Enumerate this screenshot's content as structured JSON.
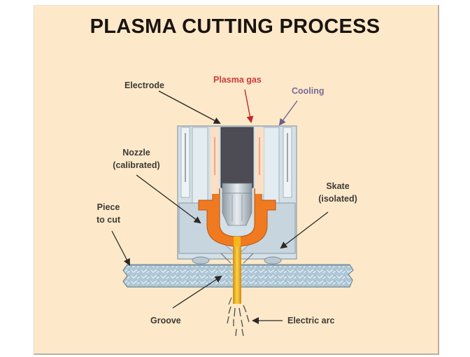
{
  "title": "PLASMA CUTTING PROCESS",
  "colors": {
    "background": "#fde9c9",
    "plasma_gas_label": "#cc3b3b",
    "cooling_label": "#7a6a9a",
    "nozzle": "#f07a20",
    "electrode": "#4d4c55",
    "torch_body": "#d6e1e8",
    "arc": "#f5b71c"
  },
  "labels": {
    "electrode": "Electrode",
    "plasma_gas": "Plasma gas",
    "cooling": "Cooling",
    "nozzle_line1": "Nozzle",
    "nozzle_line2": "(calibrated)",
    "skate_line1": "Skate",
    "skate_line2": "(isolated)",
    "piece_line1": "Piece",
    "piece_line2": "to cut",
    "groove": "Groove",
    "electric_arc": "Electric arc"
  }
}
